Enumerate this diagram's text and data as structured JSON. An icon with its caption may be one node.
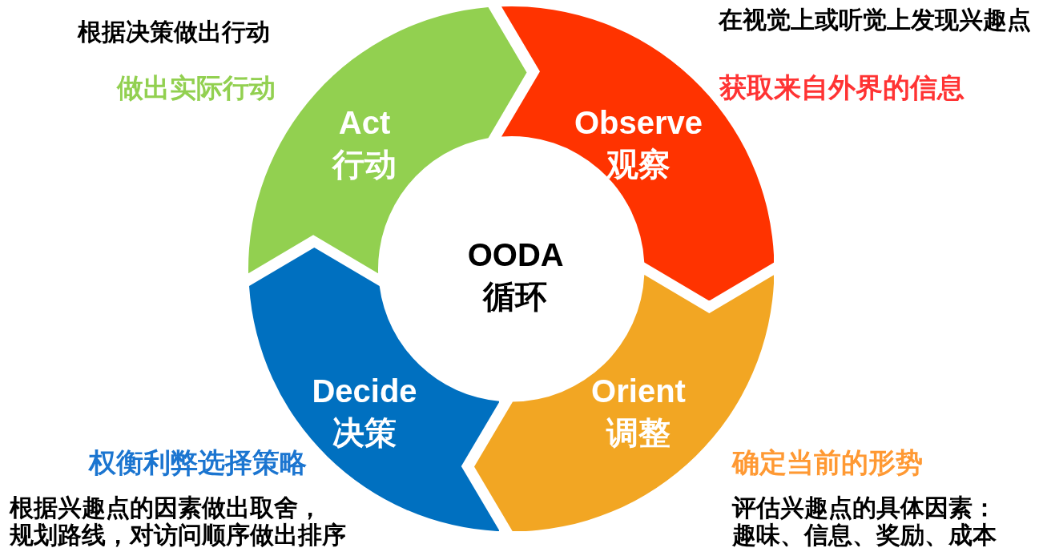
{
  "diagram": {
    "nodes": [
      {
        "text": [
          "Act",
          "行动"
        ],
        "beside": [
          "根据决策做出行动",
          "做出实际行动"
        ]
      },
      {
        "text": [
          "Observe",
          "观察"
        ],
        "beside": [
          "在视觉上或听觉上发现兴趣点",
          "获取来自外界的信息"
        ]
      },
      {
        "text": [
          "Decide",
          "决策"
        ],
        "beside": [
          "权衡利弊选择策略",
          "根据兴趣点的因素做出取舍，规划路线，对访问顺序做出排序"
        ]
      },
      {
        "text": [
          "Orient",
          "调整"
        ],
        "beside": [
          "确定当前的形势",
          "评估兴趣点的具体因素：趣味、信息、奖励、成本"
        ]
      }
    ],
    "labels": [
      "OODA 循环"
    ]
  }
}
